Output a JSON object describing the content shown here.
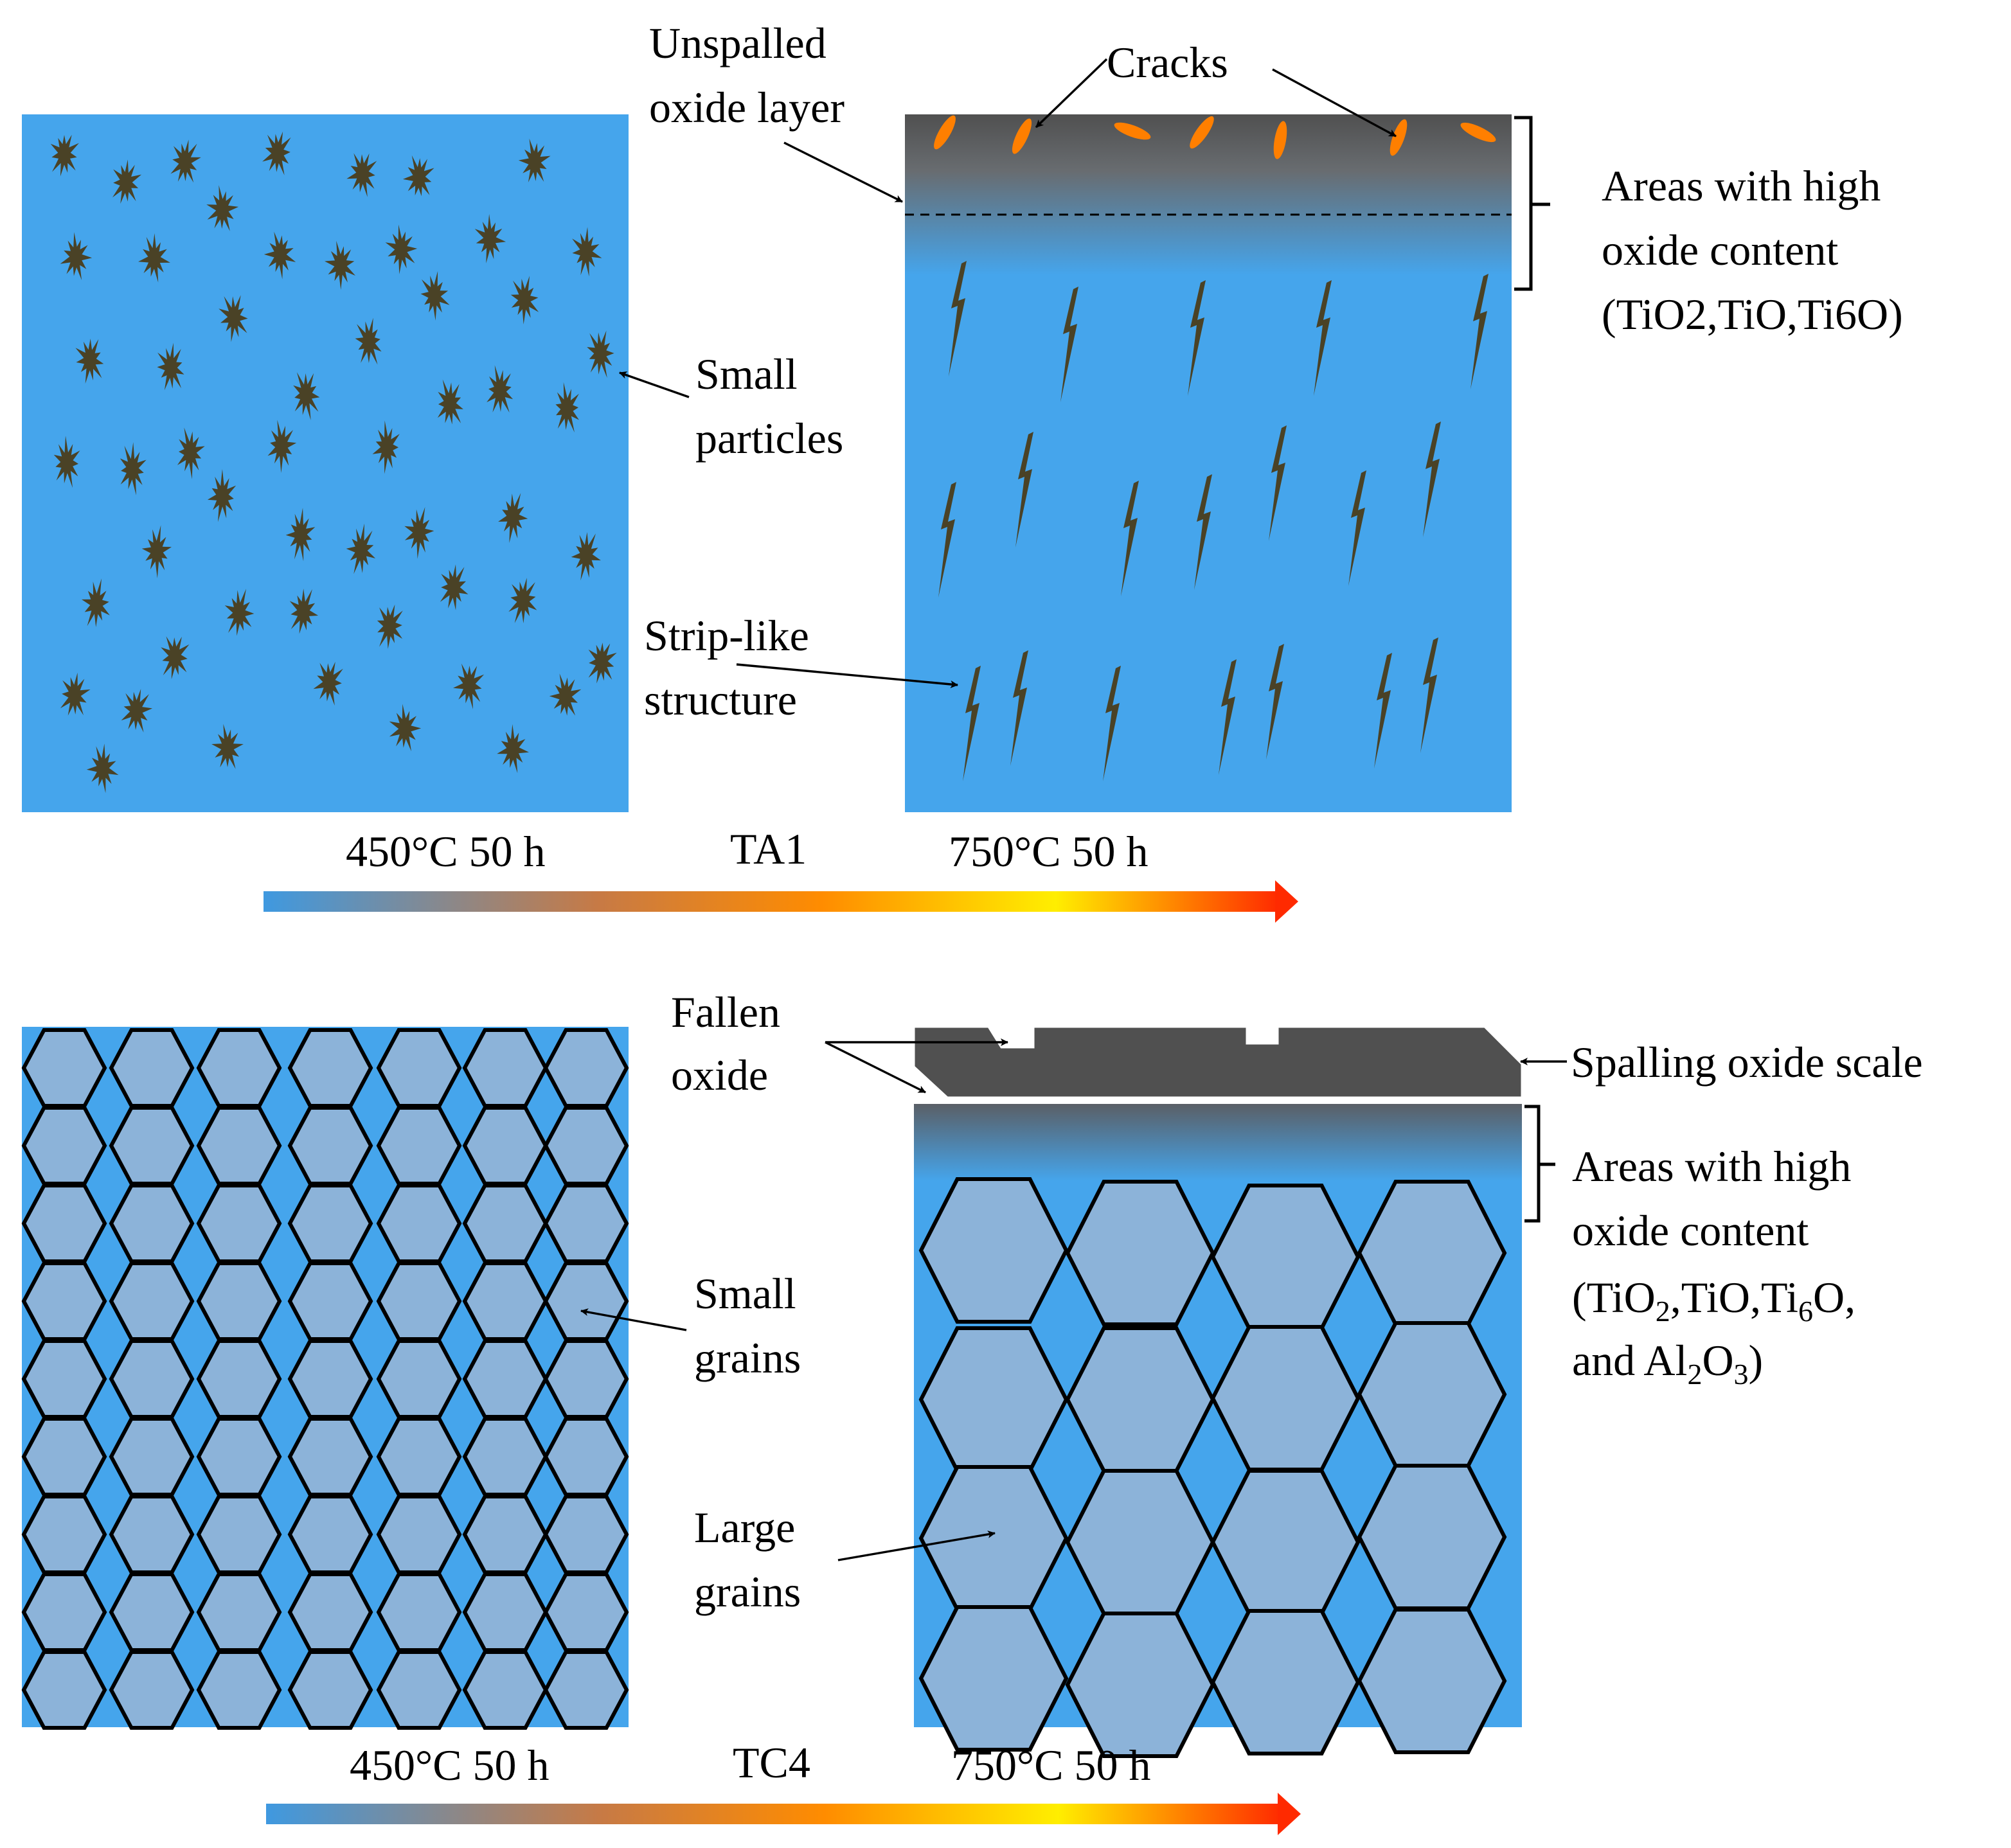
{
  "colors": {
    "background": "#ffffff",
    "matrix_blue": "#45a5ec",
    "particle": "#4a4226",
    "oxide_dark": "#505050",
    "crack_orange": "#ff7f00",
    "grain_fill": "#8cb3d9",
    "grain_edge": "#000000",
    "heat_gradient": [
      "#3f99e0",
      "#d3763d",
      "#ff8c00",
      "#ffee00",
      "#ff2a00"
    ]
  },
  "top_panel": {
    "sample": "TA1",
    "left_condition": "450°C 50 h",
    "right_condition": "750°C 50 h",
    "labels": {
      "unspalled_oxide": [
        "Unspalled",
        "oxide layer"
      ],
      "cracks": "Cracks",
      "small_particles": [
        "Small",
        "particles"
      ],
      "strip_like": [
        "Strip-like",
        "structure"
      ],
      "areas_high_oxide": [
        "Areas with high",
        "oxide content",
        "(TiO2,TiO,Ti6O)"
      ]
    }
  },
  "bottom_panel": {
    "sample": "TC4",
    "left_condition": "450°C 50 h",
    "right_condition": "750°C 50 h",
    "labels": {
      "fallen_oxide": [
        "Fallen",
        "oxide"
      ],
      "spalling_scale": "Spalling oxide scale",
      "small_grains": [
        "Small",
        "grains"
      ],
      "large_grains": [
        "Large",
        "grains"
      ],
      "areas_high_oxide": {
        "line1": "Areas with high",
        "line2": "oxide content",
        "line3": {
          "a": "(TiO",
          "b": "2",
          "c": ",TiO,Ti",
          "d": "6",
          "e": "O,"
        },
        "line4": {
          "a": "and Al",
          "b": "2",
          "c": "O",
          "d": "3",
          "e": ")"
        }
      }
    }
  }
}
